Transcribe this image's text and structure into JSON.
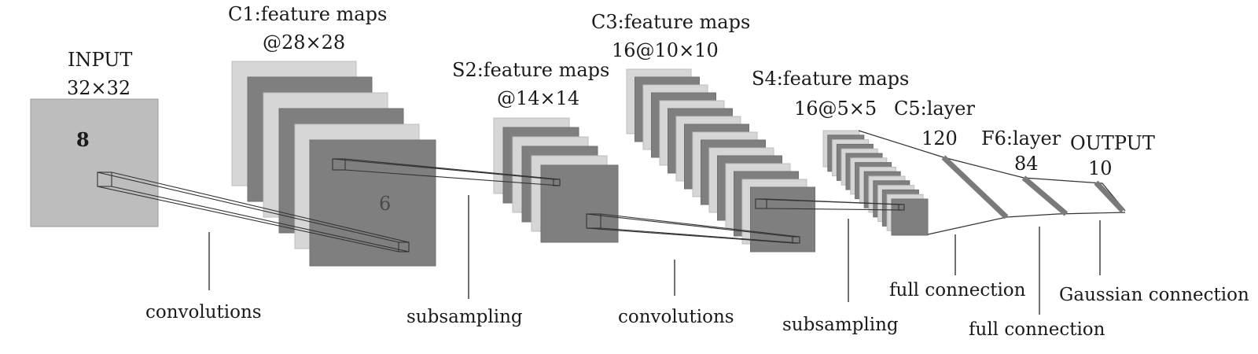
{
  "labels": {
    "input_title": "INPUT",
    "input_size": "32×32",
    "input_marker": "8",
    "c1_title": "C1:feature maps",
    "c1_size": "@28×28",
    "c1_marker": "6",
    "s2_title": "S2:feature maps",
    "s2_size": "@14×14",
    "c3_title": "C3:feature maps",
    "c3_size": "16@10×10",
    "s4_title": "S4:feature maps",
    "s4_size": "16@5×5",
    "c5_title": "C5:layer",
    "c5_size": "120",
    "f6_title": "F6:layer",
    "f6_size": "84",
    "output_title": "OUTPUT",
    "output_size": "10"
  },
  "operations": {
    "op1": "convolutions",
    "op2": "subsampling",
    "op3": "convolutions",
    "op4": "subsampling",
    "op5": "full connection",
    "op6": "full connection",
    "op7": "Gaussian connection"
  },
  "colors": {
    "light_map": "#d6d6d6",
    "dark_map": "#7f7f7f",
    "input_map": "#bdbdbd"
  }
}
